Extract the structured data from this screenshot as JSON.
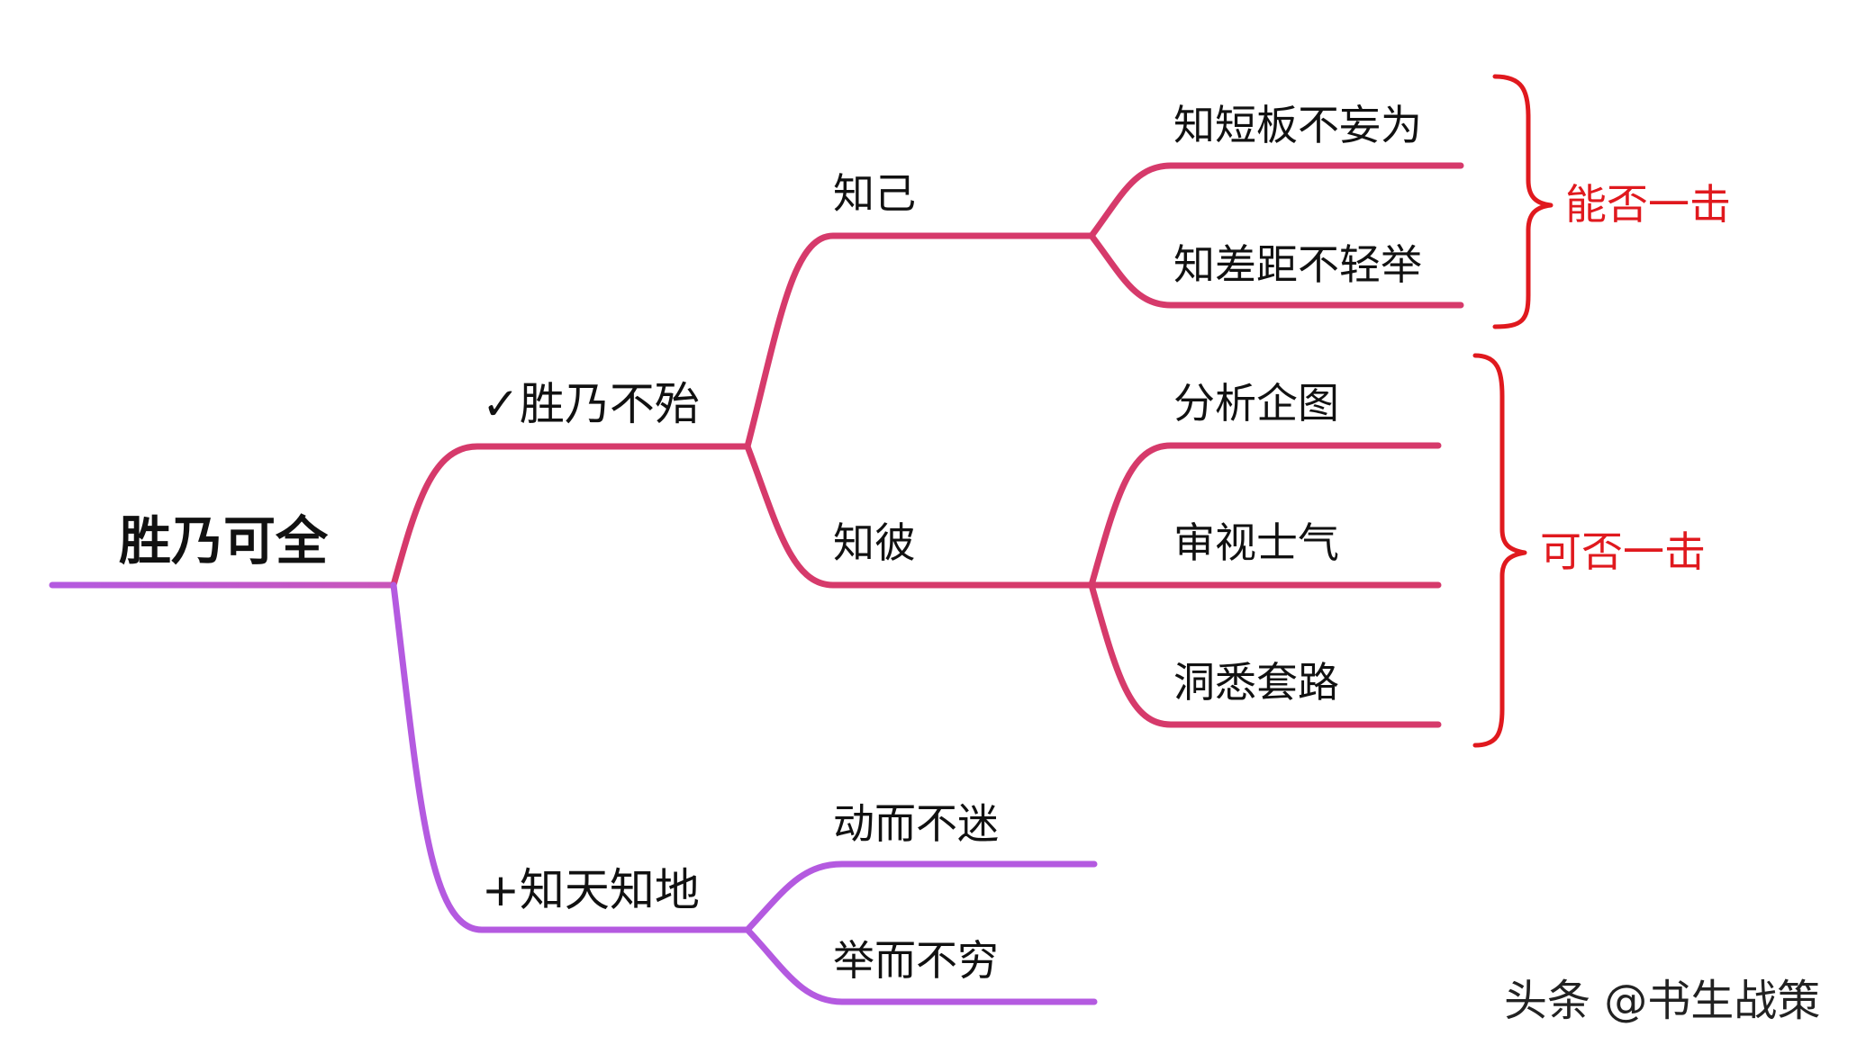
{
  "mindmap": {
    "root": {
      "label": "胜乃可全"
    },
    "branches": {
      "win": {
        "label": "✓胜乃不殆"
      },
      "terrain": {
        "label": "+知天知地"
      }
    },
    "sub_branches": {
      "self": {
        "label": "知己"
      },
      "enemy": {
        "label": "知彼"
      }
    },
    "leaves": {
      "self_1": "知短板不妄为",
      "self_2": "知差距不轻举",
      "enemy_1": "分析企图",
      "enemy_2": "审视士气",
      "enemy_3": "洞悉套路",
      "terrain_1": "动而不迷",
      "terrain_2": "举而不穷"
    },
    "braces": {
      "can_strike": "能否一击",
      "may_strike": "可否一击"
    }
  },
  "watermark": "头条 @书生战策",
  "colors": {
    "crimson_branch": "#d63a6b",
    "purple_branch": "#b45ae0",
    "brace_red": "#e0191e",
    "text": "#111111"
  }
}
